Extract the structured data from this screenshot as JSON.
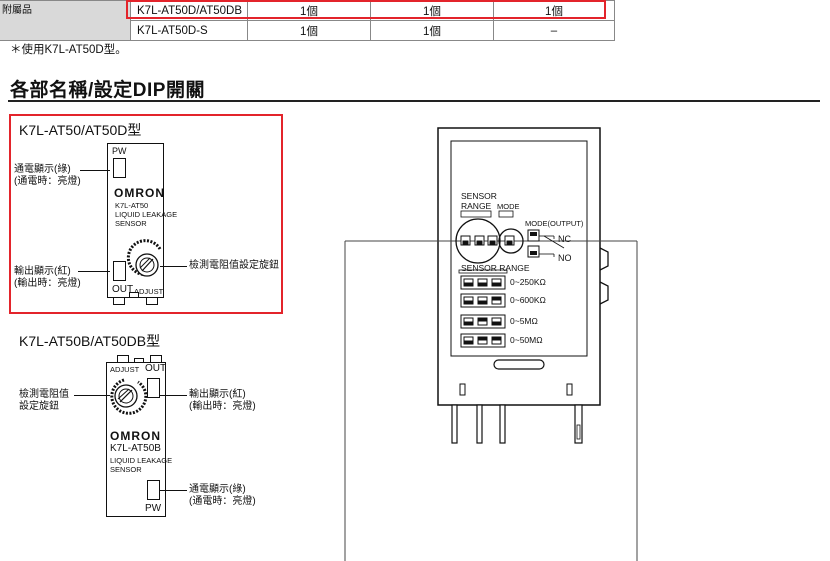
{
  "table": {
    "header": "附屬品",
    "rows": [
      {
        "model": "K7L-AT50D/AT50DB",
        "values": [
          "1個",
          "1個",
          "1個"
        ]
      },
      {
        "model": "K7L-AT50D-S",
        "values": [
          "1個",
          "1個",
          "–"
        ]
      }
    ]
  },
  "note": "＊使用K7L-AT50D型。",
  "section_title": "各部名稱/設定DIP開關",
  "model_a": {
    "title": "K7L-AT50/AT50D型",
    "pw_label": "PW",
    "brand": "OMRON",
    "model_text": "K7L-AT50",
    "desc_line1": "LIQUID LEAKAGE",
    "desc_line2": "SENSOR",
    "out_label": "OUT",
    "adjust_label": "ADJUST",
    "power_led_callout1": "通電顯示(綠)",
    "power_led_callout2": "(通電時：亮燈)",
    "output_led_callout1": "輸出顯示(紅)",
    "output_led_callout2": "(輸出時：亮燈)",
    "dial_callout": "檢測電阻值設定旋鈕"
  },
  "model_b": {
    "title": "K7L-AT50B/AT50DB型",
    "adjust_label": "ADJUST",
    "out_label": "OUT",
    "brand": "OMRON",
    "model_text": "K7L-AT50B",
    "desc_line1": "LIQUID LEAKAGE",
    "desc_line2": "SENSOR",
    "pw_label": "PW",
    "dial_callout1": "檢測電阻值",
    "dial_callout2": "設定旋鈕",
    "output_led_callout1": "輸出顯示(紅)",
    "output_led_callout2": "(輸出時：亮燈)",
    "power_led_callout1": "通電顯示(綠)",
    "power_led_callout2": "(通電時：亮燈)"
  },
  "dip": {
    "sensor_range_top1": "SENSOR",
    "sensor_range_top2": "RANGE",
    "mode_label": "MODE",
    "mode_output_label": "MODE(OUTPUT)",
    "nc_label": "NC",
    "no_label": "NO",
    "sensor_range_label": "SENSOR RANGE",
    "ranges": [
      "0~250KΩ",
      "0~600KΩ",
      "0~5MΩ",
      "0~50MΩ"
    ]
  }
}
